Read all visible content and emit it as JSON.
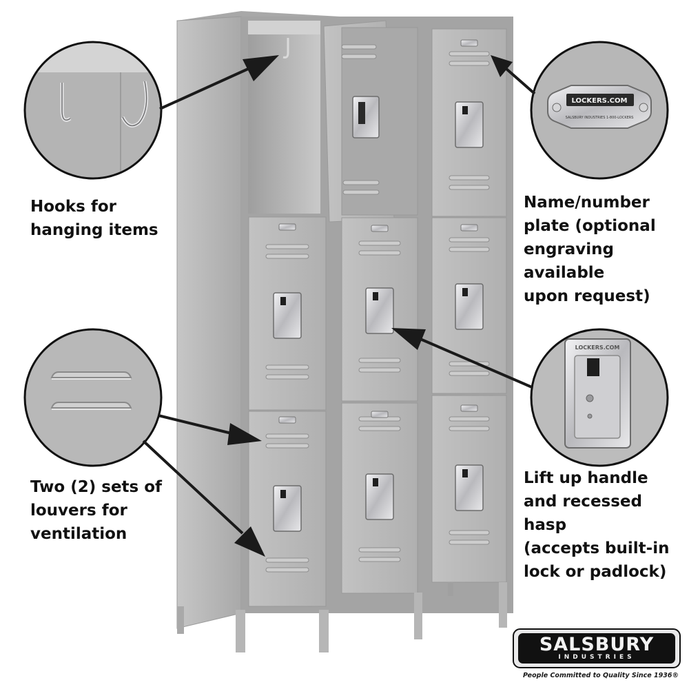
{
  "callouts": {
    "hooks": "Hooks for\nhanging items",
    "plate": "Name/number\nplate (optional\nengraving available\nupon request)",
    "louvers": "Two (2) sets of\nlouvers for\nventilation",
    "handle": "Lift up handle\nand recessed hasp\n(accepts built-in\nlock or padlock)"
  },
  "plate_engraving": {
    "line1": "LOCKERS.COM",
    "line2": "SALSBURY INDUSTRIES  1-800-LOCKERS"
  },
  "handle_engraving": "LOCKERS.COM",
  "logo": {
    "brand": "SALSBURY",
    "sub": "INDUSTRIES",
    "tagline": "People Committed to Quality Since 1936®"
  },
  "colors": {
    "locker_body": "#b3b3b3",
    "locker_door": "#bdbdbd",
    "locker_shadow": "#8f8f8f",
    "chrome": "#d9d9dc",
    "arrow": "#1a1a1a"
  }
}
